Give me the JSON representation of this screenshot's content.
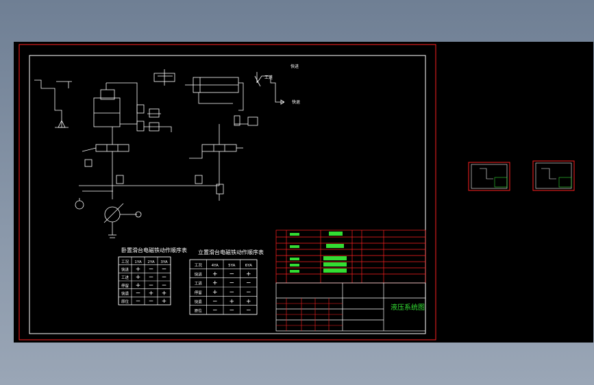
{
  "title_block": {
    "drawing_title": "液压系统图"
  },
  "tables": {
    "left": {
      "title": "卧置滑台电磁铁动作顺序表",
      "header": [
        "工况",
        "1YA",
        "2YA",
        "3YA"
      ],
      "rows": [
        [
          "快进",
          "+",
          "−",
          "−"
        ],
        [
          "工进",
          "+",
          "−",
          "−"
        ],
        [
          "停留",
          "+",
          "−",
          "−"
        ],
        [
          "快退",
          "−",
          "+",
          "+"
        ],
        [
          "原位",
          "−",
          "−",
          "+"
        ]
      ]
    },
    "right": {
      "title": "立置滑台电磁铁动作顺序表",
      "header": [
        "工况",
        "4YA",
        "5YA",
        "6YA"
      ],
      "rows": [
        [
          "快进",
          "+",
          "−",
          "+"
        ],
        [
          "工进",
          "+",
          "−",
          "−"
        ],
        [
          "停留",
          "+",
          "−",
          "−"
        ],
        [
          "快退",
          "−",
          "+",
          "+"
        ],
        [
          "原位",
          "−",
          "−",
          "−"
        ]
      ]
    }
  },
  "diagram_labels": {
    "work_feed": "工进",
    "fast_forward": "快进",
    "fast_back": "快退"
  }
}
